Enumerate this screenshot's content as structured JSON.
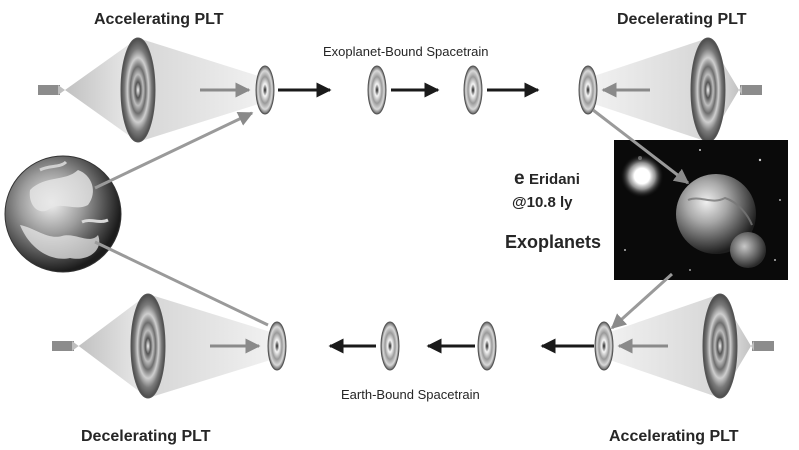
{
  "labels": {
    "top_left": "Accelerating PLT",
    "top_right": "Decelerating PLT",
    "bottom_left": "Decelerating PLT",
    "bottom_right": "Accelerating PLT",
    "train_out": "Exoplanet-Bound Spacetrain",
    "train_back": "Earth-Bound Spacetrain",
    "star_letter": "e",
    "star_name": "Eridani",
    "distance": "@10.8 ly",
    "exoplanets": "Exoplanets"
  },
  "colors": {
    "text": "#262626",
    "arrow_dark": "#1a1a1a",
    "arrow_gray": "#8a8a8a",
    "cone_light": "#e8e8e8",
    "space": "#0a0a0a"
  }
}
